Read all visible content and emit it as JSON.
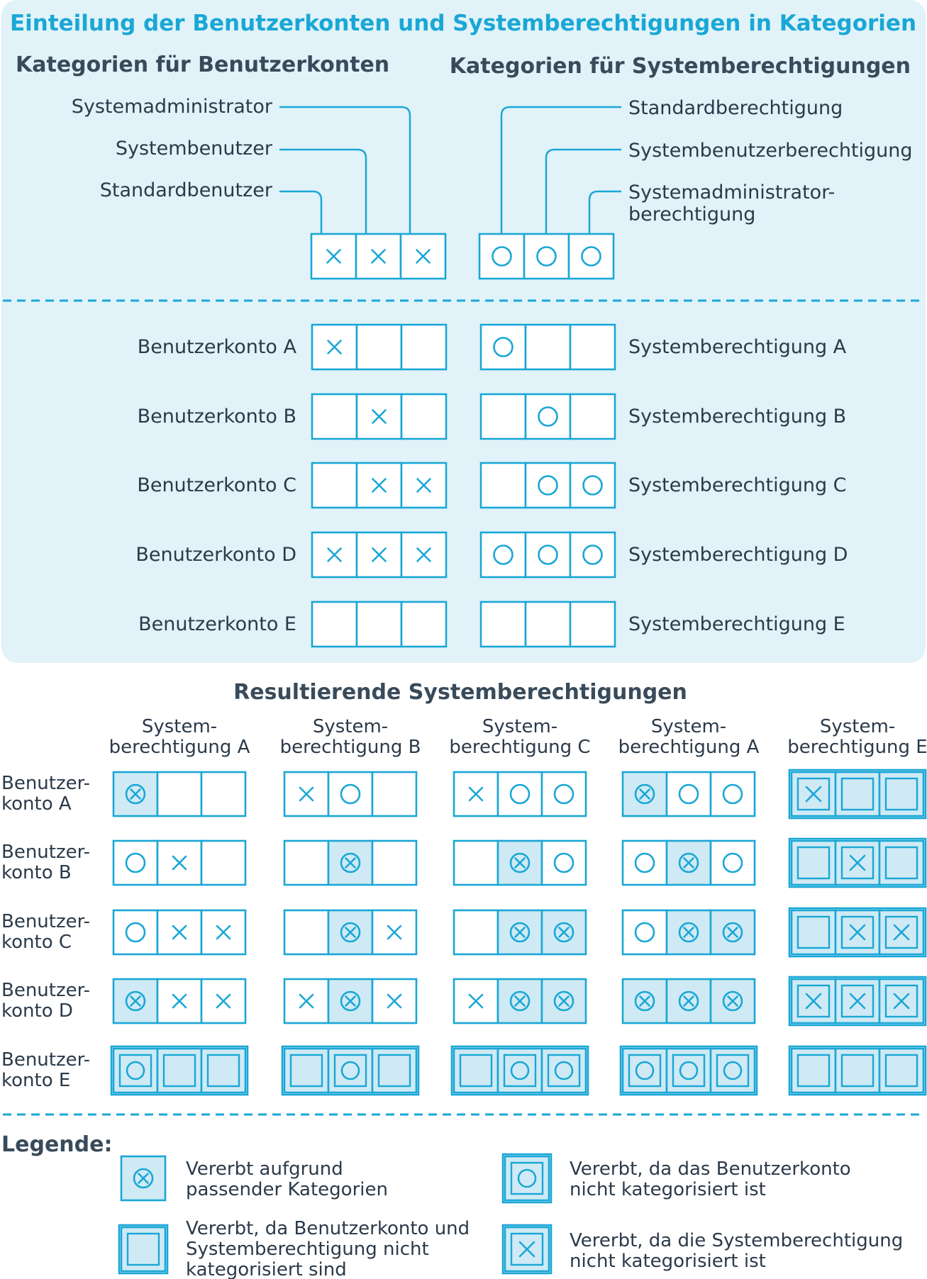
{
  "title": "Einteilung der Benutzerkonten und Systemberechtigungen in Kategorien",
  "colors": {
    "accent": "#1aa7d6",
    "panel": "#e1f3f9",
    "fill": "#cfeaf5",
    "stroke": "#1aa7d6",
    "text": "#2b3a4a",
    "heading": "#394b5a"
  },
  "top": {
    "left_heading": "Kategorien für Benutzerkonten",
    "right_heading": "Kategorien für Systemberechtigungen",
    "user_categories": [
      "Systemadministrator",
      "Systembenutzer",
      "Standardbenutzer"
    ],
    "permission_categories": [
      "Standardberechtigung",
      "Systembenutzerberechtigung",
      "Systemadministrator-",
      "berechtigung"
    ],
    "user_header_cells": [
      "x",
      "x",
      "x"
    ],
    "permission_header_cells": [
      "o",
      "o",
      "o"
    ]
  },
  "assignment": {
    "accounts": [
      {
        "label": "Benutzerkonto  A",
        "cells": [
          "x",
          "",
          ""
        ]
      },
      {
        "label": "Benutzerkonto  B",
        "cells": [
          "",
          "x",
          ""
        ]
      },
      {
        "label": "Benutzerkonto  C",
        "cells": [
          "",
          "x",
          "x"
        ]
      },
      {
        "label": "Benutzerkonto  D",
        "cells": [
          "x",
          "x",
          "x"
        ]
      },
      {
        "label": "Benutzerkonto  E",
        "cells": [
          "",
          "",
          ""
        ]
      }
    ],
    "permissions": [
      {
        "label": "Systemberechtigung A",
        "cells": [
          "o",
          "",
          ""
        ]
      },
      {
        "label": "Systemberechtigung B",
        "cells": [
          "",
          "o",
          ""
        ]
      },
      {
        "label": "Systemberechtigung C",
        "cells": [
          "",
          "o",
          "o"
        ]
      },
      {
        "label": "Systemberechtigung D",
        "cells": [
          "o",
          "o",
          "o"
        ]
      },
      {
        "label": "Systemberechtigung E",
        "cells": [
          "",
          "",
          ""
        ]
      }
    ]
  },
  "result": {
    "heading": "Resultierende Systemberechtigungen",
    "columns": [
      [
        "System-",
        "berechtigung A"
      ],
      [
        "System-",
        "berechtigung B"
      ],
      [
        "System-",
        "berechtigung C"
      ],
      [
        "System-",
        "berechtigung A"
      ],
      [
        "System-",
        "berechtigung E"
      ]
    ],
    "rows": [
      {
        "label": [
          "Benutzer-",
          "konto A"
        ],
        "cells": [
          [
            "ox",
            "",
            ""
          ],
          [
            "x",
            "o",
            ""
          ],
          [
            "x",
            "o",
            "o"
          ],
          [
            "ox",
            "o",
            "o"
          ],
          [
            "bx",
            "b",
            "b"
          ]
        ]
      },
      {
        "label": [
          "Benutzer-",
          "konto B"
        ],
        "cells": [
          [
            "o",
            "x",
            ""
          ],
          [
            "",
            "ox",
            ""
          ],
          [
            "",
            "ox",
            "o"
          ],
          [
            "o",
            "ox",
            "o"
          ],
          [
            "b",
            "bx",
            "b"
          ]
        ]
      },
      {
        "label": [
          "Benutzer-",
          "konto C"
        ],
        "cells": [
          [
            "o",
            "x",
            "x"
          ],
          [
            "",
            "ox",
            "x"
          ],
          [
            "",
            "ox",
            "ox"
          ],
          [
            "o",
            "ox",
            "ox"
          ],
          [
            "b",
            "bx",
            "bx"
          ]
        ]
      },
      {
        "label": [
          "Benutzer-",
          "konto D"
        ],
        "cells": [
          [
            "ox",
            "x",
            "x"
          ],
          [
            "x",
            "ox",
            "x"
          ],
          [
            "x",
            "ox",
            "ox"
          ],
          [
            "ox",
            "ox",
            "ox"
          ],
          [
            "bx",
            "bx",
            "bx"
          ]
        ]
      },
      {
        "label": [
          "Benutzer-",
          "konto E"
        ],
        "cells": [
          [
            "bo",
            "b",
            "b"
          ],
          [
            "b",
            "bo",
            "b"
          ],
          [
            "b",
            "bo",
            "bo"
          ],
          [
            "bo",
            "bo",
            "bo"
          ],
          [
            "b",
            "b",
            "b"
          ]
        ]
      }
    ]
  },
  "legend": {
    "heading": "Legende:",
    "items": [
      {
        "kind": "ox",
        "lines": [
          "Vererbt aufgrund",
          "passender Kategorien"
        ]
      },
      {
        "kind": "bo",
        "lines": [
          "Vererbt, da das Benutzerkonto",
          "nicht kategorisiert ist"
        ]
      },
      {
        "kind": "b",
        "lines": [
          "Vererbt, da Benutzerkonto und",
          "Systemberechtigung nicht",
          "kategorisiert sind"
        ]
      },
      {
        "kind": "bx",
        "lines": [
          "Vererbt, da die Systemberechtigung",
          "nicht kategorisiert ist"
        ]
      }
    ]
  }
}
